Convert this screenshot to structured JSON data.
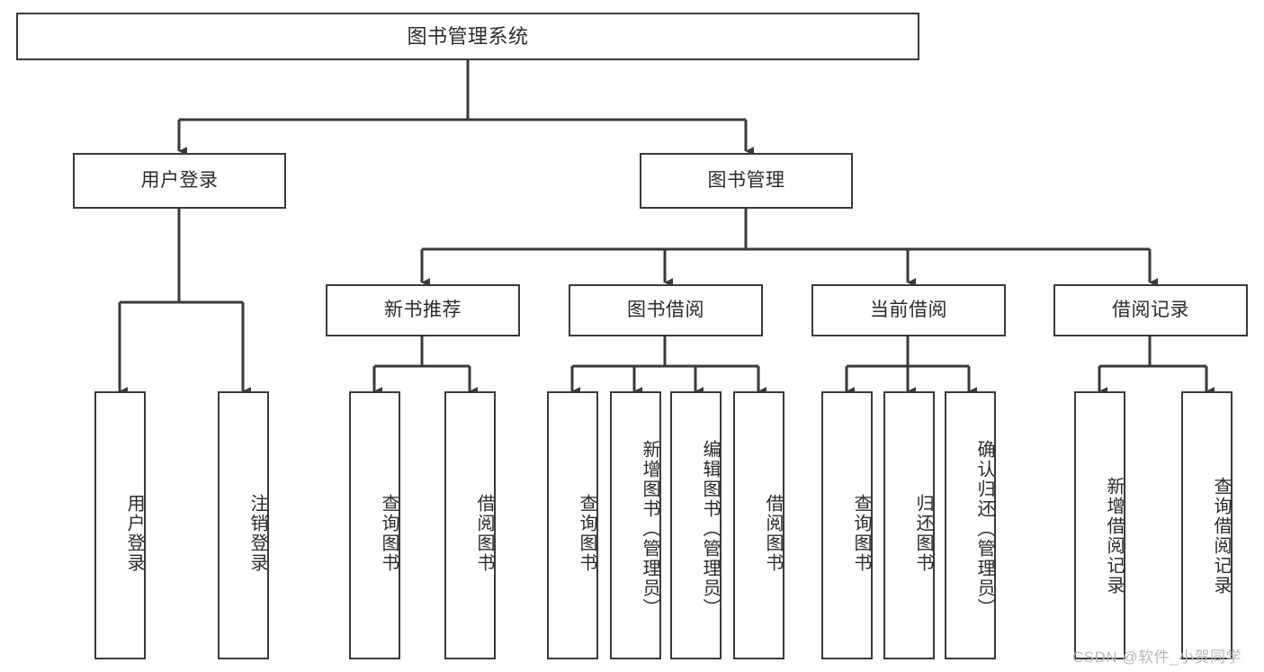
{
  "diagram": {
    "title": "图书管理系统",
    "type": "tree-hierarchy",
    "watermark": "CSDN @软件_小贺同学",
    "colors": {
      "stroke": "#3a3a3a",
      "fill": "#ffffff",
      "text": "#2b2b2b",
      "watermark": "#b9b9b9"
    }
  },
  "nodes": {
    "root": {
      "label": "图书管理系统"
    },
    "level2": [
      {
        "id": "user-login",
        "label": "用户登录"
      },
      {
        "id": "book-manage",
        "label": "图书管理"
      }
    ],
    "level3": [
      {
        "id": "new-book-rec",
        "label": "新书推荐"
      },
      {
        "id": "book-borrow",
        "label": "图书借阅"
      },
      {
        "id": "current-borrow",
        "label": "当前借阅"
      },
      {
        "id": "borrow-record",
        "label": "借阅记录"
      }
    ],
    "leaves": {
      "user_login": [
        {
          "id": "leaf-user-login",
          "label": "用户登录"
        },
        {
          "id": "leaf-logout-login",
          "label": "注销登录"
        }
      ],
      "new_book_rec": [
        {
          "id": "leaf-query-book-1",
          "label": "查询图书"
        },
        {
          "id": "leaf-borrow-book-1",
          "label": "借阅图书"
        }
      ],
      "book_borrow": [
        {
          "id": "leaf-query-book-2",
          "label": "查询图书"
        },
        {
          "id": "leaf-add-book",
          "label": "新增图书（管理员）"
        },
        {
          "id": "leaf-edit-book",
          "label": "编辑图书（管理员）"
        },
        {
          "id": "leaf-borrow-book-2",
          "label": "借阅图书"
        }
      ],
      "current_borrow": [
        {
          "id": "leaf-query-book-3",
          "label": "查询图书"
        },
        {
          "id": "leaf-return-book",
          "label": "归还图书"
        },
        {
          "id": "leaf-confirm-return",
          "label": "确认归还（管理员）"
        }
      ],
      "borrow_record": [
        {
          "id": "leaf-add-record",
          "label": "新增借阅记录"
        },
        {
          "id": "leaf-query-record",
          "label": "查询借阅记录"
        }
      ]
    }
  }
}
